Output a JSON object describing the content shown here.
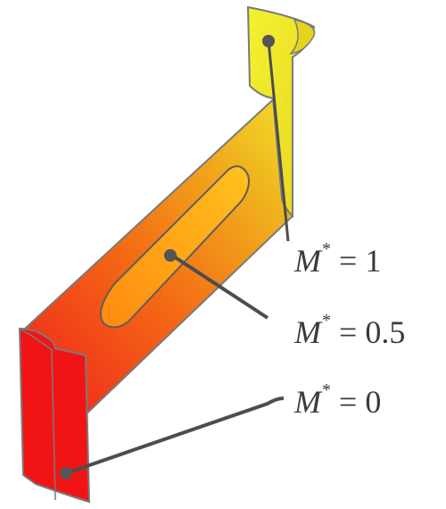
{
  "labels": {
    "m1": {
      "symbol": "M",
      "superscript": "*",
      "equals": " = ",
      "value": "1"
    },
    "m05": {
      "symbol": "M",
      "superscript": "*",
      "equals": " = ",
      "value": "0.5"
    },
    "m0": {
      "symbol": "M",
      "superscript": "*",
      "equals": " = ",
      "value": "0"
    }
  },
  "colors": {
    "low": "#ff1a1a",
    "mid": "#ff8c00",
    "high": "#ffff2e",
    "edge": "#7a7a7a",
    "leader": "#4d4d4d",
    "marker": "#555555"
  }
}
